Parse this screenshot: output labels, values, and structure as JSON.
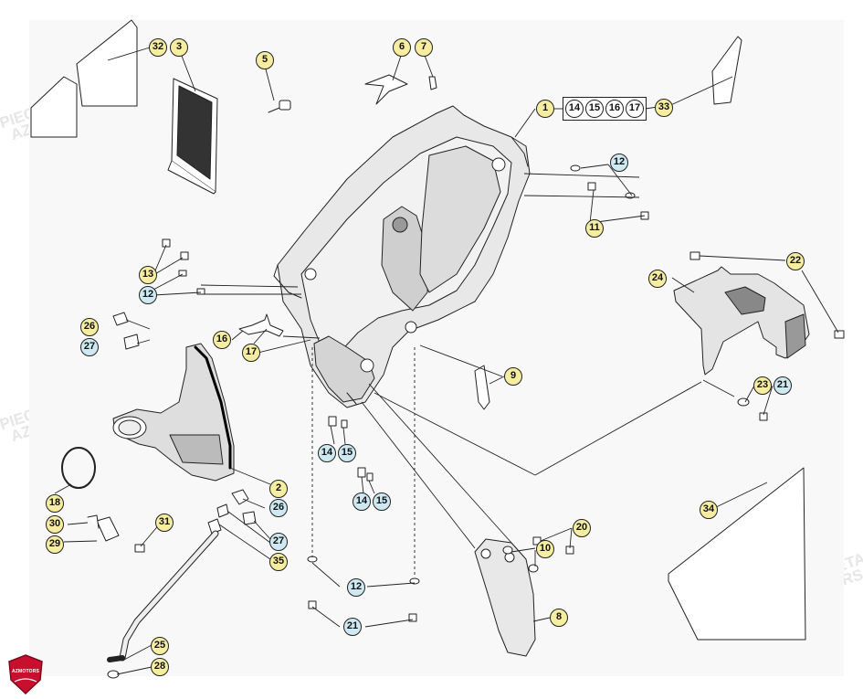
{
  "watermark": {
    "line1": "PIECES BETA",
    "line2": "AZMOTORS"
  },
  "logo": {
    "text": "AZMOTORS",
    "color": "#c8102e"
  },
  "colors": {
    "yellow_callout": "#f6eda0",
    "blue_callout": "#cfe9f3",
    "line": "#222222"
  },
  "callouts": {
    "c32": "32",
    "c3": "3",
    "c5": "5",
    "c6": "6",
    "c7": "7",
    "c1": "1",
    "c14a": "14",
    "c15a": "15",
    "c16": "16",
    "c17a": "17",
    "c33": "33",
    "c12a": "12",
    "c11": "11",
    "c13": "13",
    "c12b": "12",
    "c22": "22",
    "c24": "24",
    "c26a": "26",
    "c27a": "27",
    "c16b": "16",
    "c17b": "17",
    "c9": "9",
    "c23": "23",
    "c21a": "21",
    "c14b": "14",
    "c15b": "15",
    "c14c": "14",
    "c15c": "15",
    "c2": "2",
    "c26b": "26",
    "c18": "18",
    "c31": "31",
    "c30": "30",
    "c29": "29",
    "c27b": "27",
    "c35": "35",
    "c34": "34",
    "c20": "20",
    "c10": "10",
    "c12c": "12",
    "c8": "8",
    "c21b": "21",
    "c25": "25",
    "c28": "28"
  }
}
